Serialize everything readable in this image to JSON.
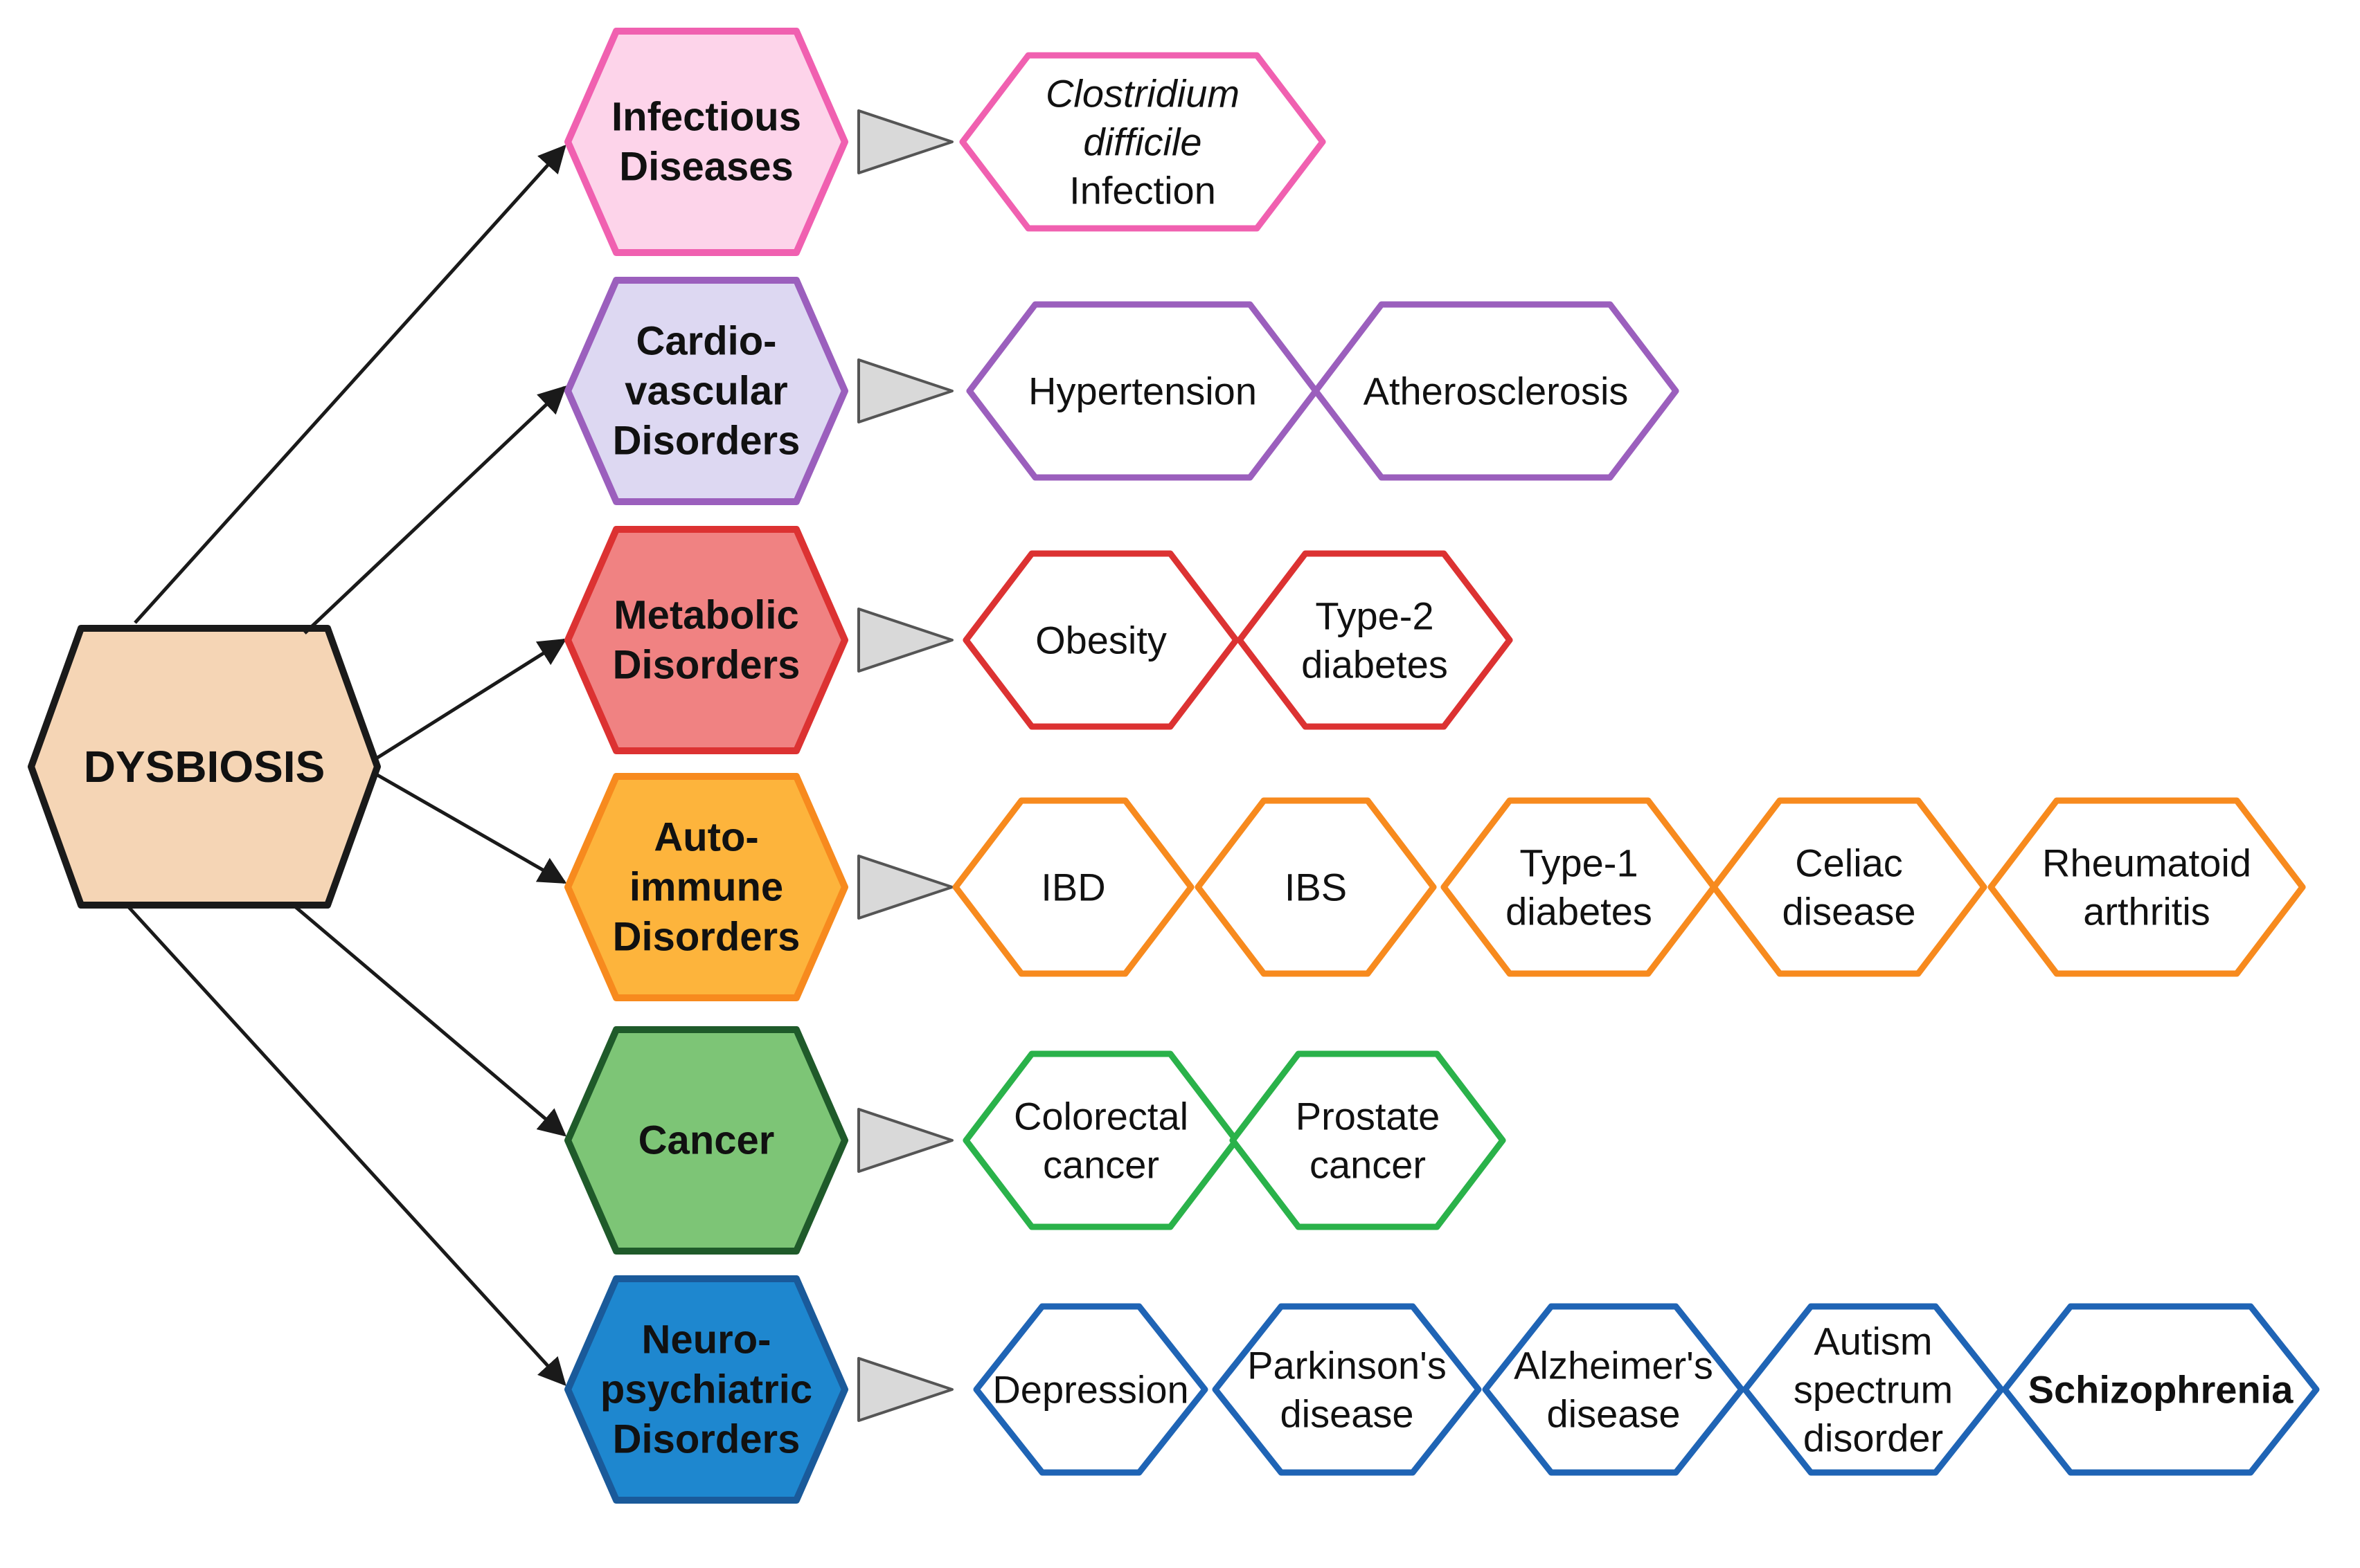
{
  "root": {
    "label": "DYSBIOSIS",
    "fill": "#f5d5b5",
    "stroke": "#1a1a1a"
  },
  "categories": [
    {
      "id": "infectious",
      "lines": [
        "Infectious",
        "Diseases"
      ],
      "fill": "#fdd4ea",
      "stroke": "#f060b0",
      "item_stroke": "#f060b0",
      "items": [
        {
          "lines": [
            {
              "text": "Clostridium",
              "italic": true
            },
            {
              "text": "difficile",
              "italic": true
            },
            {
              "text": "Infection",
              "italic": false
            }
          ]
        }
      ]
    },
    {
      "id": "cardiovascular",
      "lines": [
        "Cardio-",
        "vascular",
        "Disorders"
      ],
      "fill": "#ddd8f2",
      "stroke": "#9b5fbd",
      "item_stroke": "#9b5fbd",
      "items": [
        {
          "lines": [
            {
              "text": "Hypertension"
            }
          ]
        },
        {
          "lines": [
            {
              "text": "Atherosclerosis"
            }
          ]
        }
      ]
    },
    {
      "id": "metabolic",
      "lines": [
        "Metabolic",
        "Disorders"
      ],
      "fill": "#f08282",
      "stroke": "#dc3232",
      "item_stroke": "#dc3232",
      "items": [
        {
          "lines": [
            {
              "text": "Obesity"
            }
          ]
        },
        {
          "lines": [
            {
              "text": "Type-2"
            },
            {
              "text": "diabetes"
            }
          ]
        }
      ]
    },
    {
      "id": "autoimmune",
      "lines": [
        "Auto-",
        "immune",
        "Disorders"
      ],
      "fill": "#fdb43c",
      "stroke": "#f78a1e",
      "item_stroke": "#f78a1e",
      "items": [
        {
          "lines": [
            {
              "text": "IBD"
            }
          ]
        },
        {
          "lines": [
            {
              "text": "IBS"
            }
          ]
        },
        {
          "lines": [
            {
              "text": "Type-1"
            },
            {
              "text": "diabetes"
            }
          ]
        },
        {
          "lines": [
            {
              "text": "Celiac"
            },
            {
              "text": "disease"
            }
          ]
        },
        {
          "lines": [
            {
              "text": "Rheumatoid"
            },
            {
              "text": "arthritis"
            }
          ]
        }
      ]
    },
    {
      "id": "cancer",
      "lines": [
        "Cancer"
      ],
      "fill": "#7dc576",
      "stroke": "#1f5a2a",
      "item_stroke": "#2ab24a",
      "items": [
        {
          "lines": [
            {
              "text": "Colorectal"
            },
            {
              "text": "cancer"
            }
          ]
        },
        {
          "lines": [
            {
              "text": "Prostate"
            },
            {
              "text": "cancer"
            }
          ]
        }
      ]
    },
    {
      "id": "neuropsychiatric",
      "lines": [
        "Neuro-",
        "psychiatric",
        "Disorders"
      ],
      "fill": "#1e87cf",
      "stroke": "#1a5a9a",
      "item_stroke": "#1f64b5",
      "items": [
        {
          "lines": [
            {
              "text": "Depression"
            }
          ]
        },
        {
          "lines": [
            {
              "text": "Parkinson's"
            },
            {
              "text": "disease"
            }
          ]
        },
        {
          "lines": [
            {
              "text": "Alzheimer's"
            },
            {
              "text": "disease"
            }
          ]
        },
        {
          "lines": [
            {
              "text": "Autism"
            },
            {
              "text": "spectrum"
            },
            {
              "text": "disorder"
            }
          ]
        },
        {
          "lines": [
            {
              "text": "Schizophrenia",
              "bold": true
            }
          ]
        }
      ]
    }
  ],
  "arrow_color": "#1a1a1a",
  "pointer": {
    "fill": "#d9d9d9",
    "stroke": "#555555"
  }
}
